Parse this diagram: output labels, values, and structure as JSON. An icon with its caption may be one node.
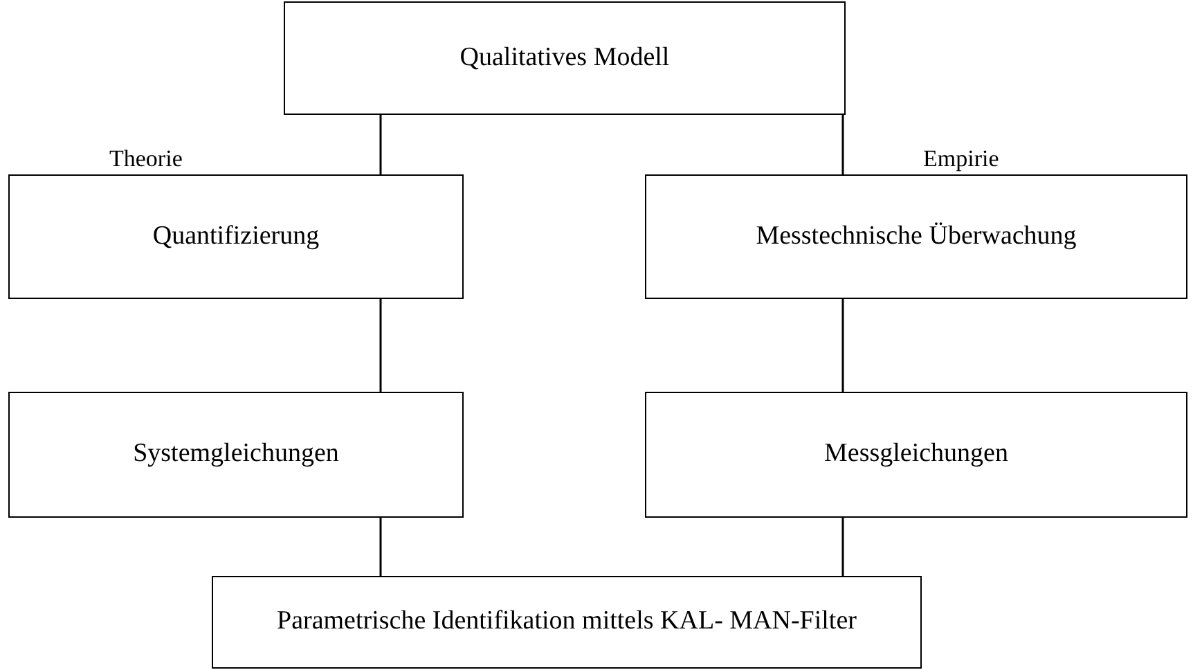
{
  "diagram": {
    "nodes": [
      {
        "text": [
          "Qualitatives Modell"
        ]
      },
      {
        "text": [
          "Quantifizierung"
        ]
      },
      {
        "text": [
          "Messtechnische Überwachung"
        ]
      },
      {
        "text": [
          "Systemgleichungen"
        ]
      },
      {
        "text": [
          "Messgleichungen"
        ]
      },
      {
        "text": [
          "Parametrische Identifikation mittels KAL- MAN-Filter"
        ]
      }
    ],
    "edges": [
      {
        "from": 0,
        "to": 1,
        "arrow": "none"
      },
      {
        "from": 0,
        "to": 2,
        "arrow": "none"
      },
      {
        "from": 1,
        "to": 3,
        "arrow": "none"
      },
      {
        "from": 2,
        "to": 4,
        "arrow": "none"
      },
      {
        "from": 3,
        "to": 5,
        "arrow": "none"
      },
      {
        "from": 4,
        "to": 5,
        "arrow": "none"
      }
    ],
    "labels": [
      "Theorie",
      "Empirie"
    ]
  }
}
